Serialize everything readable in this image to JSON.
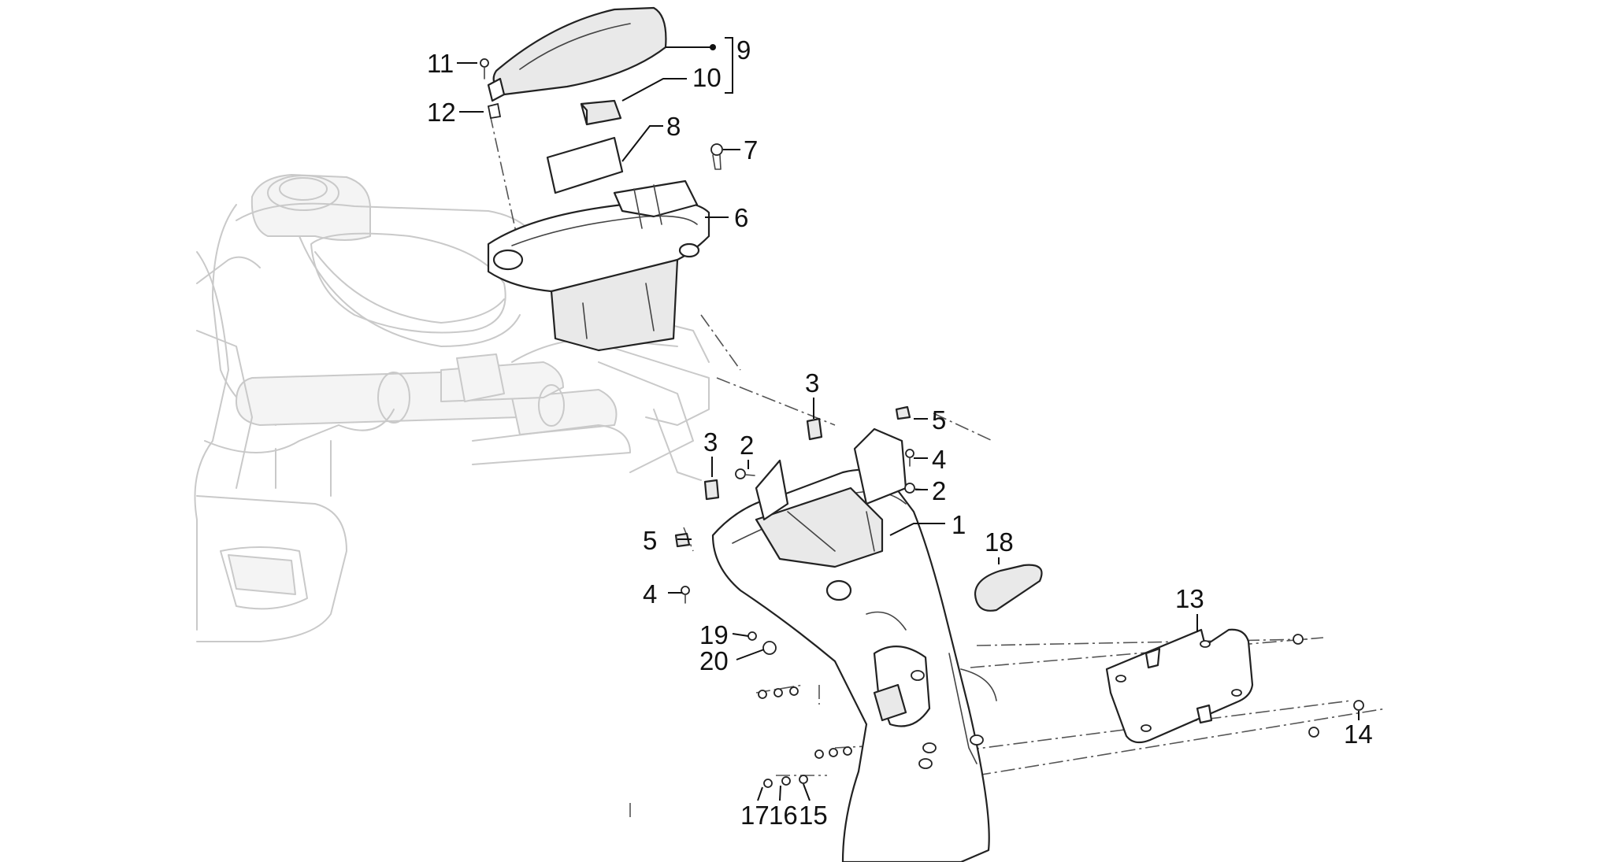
{
  "diagram": {
    "callouts": {
      "c1": "1",
      "c2a": "2",
      "c2b": "2",
      "c3a": "3",
      "c3b": "3",
      "c4a": "4",
      "c4b": "4",
      "c5a": "5",
      "c5b": "5",
      "c6": "6",
      "c7": "7",
      "c8": "8",
      "c9": "9",
      "c10": "10",
      "c11": "11",
      "c12": "12",
      "c13": "13",
      "c14": "14",
      "c15": "15",
      "c16": "16",
      "c17": "17",
      "c18": "18",
      "c19": "19",
      "c20": "20"
    },
    "colors": {
      "line": "#222222",
      "ghost_frame": "#c9c9c9",
      "background": "#ffffff"
    }
  }
}
